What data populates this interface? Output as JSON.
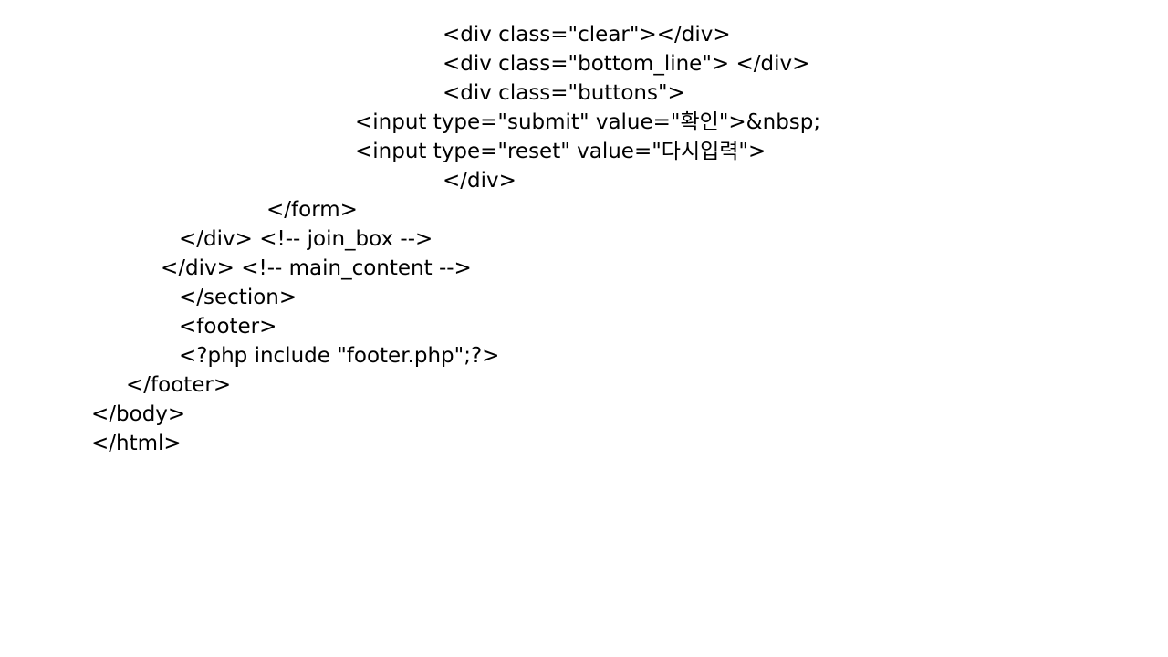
{
  "slide": {
    "code_lines": [
      "<div class=\"clear\"></div>",
      "<div class=\"bottom_line\"> </div>",
      "<div class=\"buttons\">",
      "<input type=\"submit\" value=\"확인\">&nbsp;",
      "<input type=\"reset\" value=\"다시입력\">",
      "</div>",
      "</form>",
      "</div> <!-- join_box -->",
      "</div> <!-- main_content -->",
      "</section>",
      "<footer>",
      "<?php include \"footer.php\";?>",
      "</footer>",
      "</body>",
      "</html>"
    ]
  }
}
